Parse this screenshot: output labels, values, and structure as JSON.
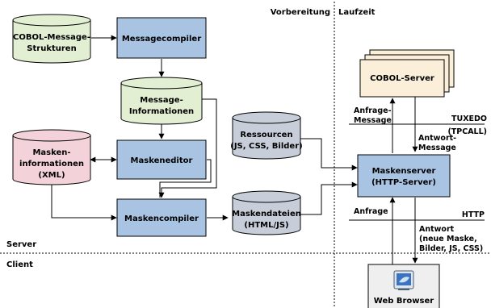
{
  "phase_labels": {
    "preparation": "Vorbereitung",
    "runtime": "Laufzeit"
  },
  "zone_labels": {
    "server": "Server",
    "client": "Client"
  },
  "nodes": {
    "cobol_message_structures": [
      "COBOL-Message-",
      "Strukturen"
    ],
    "message_compiler": [
      "Messagecompiler"
    ],
    "message_information": [
      "Message-",
      "Informationen"
    ],
    "mask_information": [
      "Masken-",
      "informationen",
      "(XML)"
    ],
    "mask_editor": [
      "Maskeneditor"
    ],
    "resources": [
      "Ressourcen",
      "(JS, CSS, Bilder)"
    ],
    "mask_compiler": [
      "Maskencompiler"
    ],
    "mask_files": [
      "Maskendateien",
      "(HTML/JS)"
    ],
    "cobol_server": [
      "COBOL-Server"
    ],
    "mask_server": [
      "Maskenserver",
      "(HTTP-Server)"
    ],
    "web_browser": [
      "Web Browser"
    ]
  },
  "edge_labels": {
    "request_message": [
      "Anfrage-",
      "Message"
    ],
    "tuxedo": [
      "TUXEDO",
      "(TPCALL)"
    ],
    "response_message": [
      "Antwort-",
      "Message"
    ],
    "request": [
      "Anfrage"
    ],
    "http": [
      "HTTP"
    ],
    "response": [
      "Antwort",
      "(neue Maske,",
      "Bilder, JS, CSS)"
    ]
  },
  "colors": {
    "box_blue": "#a9c4e3",
    "cyl_green": "#e3efd3",
    "cyl_pink": "#f3d3d9",
    "cyl_gray": "#c8ced9",
    "cobol_server_fill": "#fbefd9",
    "browser_fill": "#efefef",
    "stroke": "#000000"
  }
}
